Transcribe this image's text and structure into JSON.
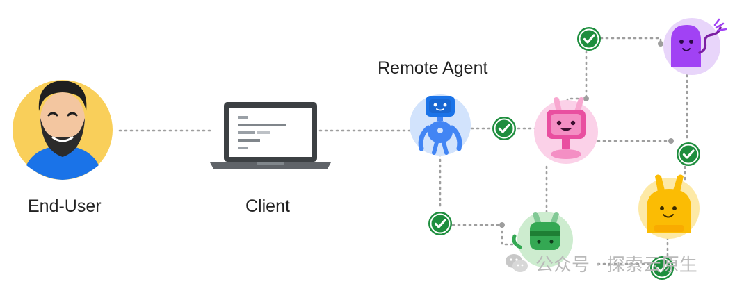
{
  "labels": {
    "end_user": "End-User",
    "client": "Client",
    "remote_agent": "Remote Agent"
  },
  "watermark": {
    "text": "公众号 · 探索云原生"
  },
  "colors": {
    "check_green": "#1e8e3e",
    "end_user_bg": "#f9cf5a",
    "remote_agent_bg": "#d2e3fc",
    "pink_agent_bg": "#fbd1e8",
    "purple_agent_bg": "#e8d5fa",
    "yellow_agent_bg": "#fde9a6",
    "green_agent_bg": "#cdeccf",
    "connector": "#9e9e9e"
  },
  "icons": [
    "end-user-avatar",
    "laptop-icon",
    "robot-icon",
    "check-icon",
    "wechat-icon"
  ]
}
